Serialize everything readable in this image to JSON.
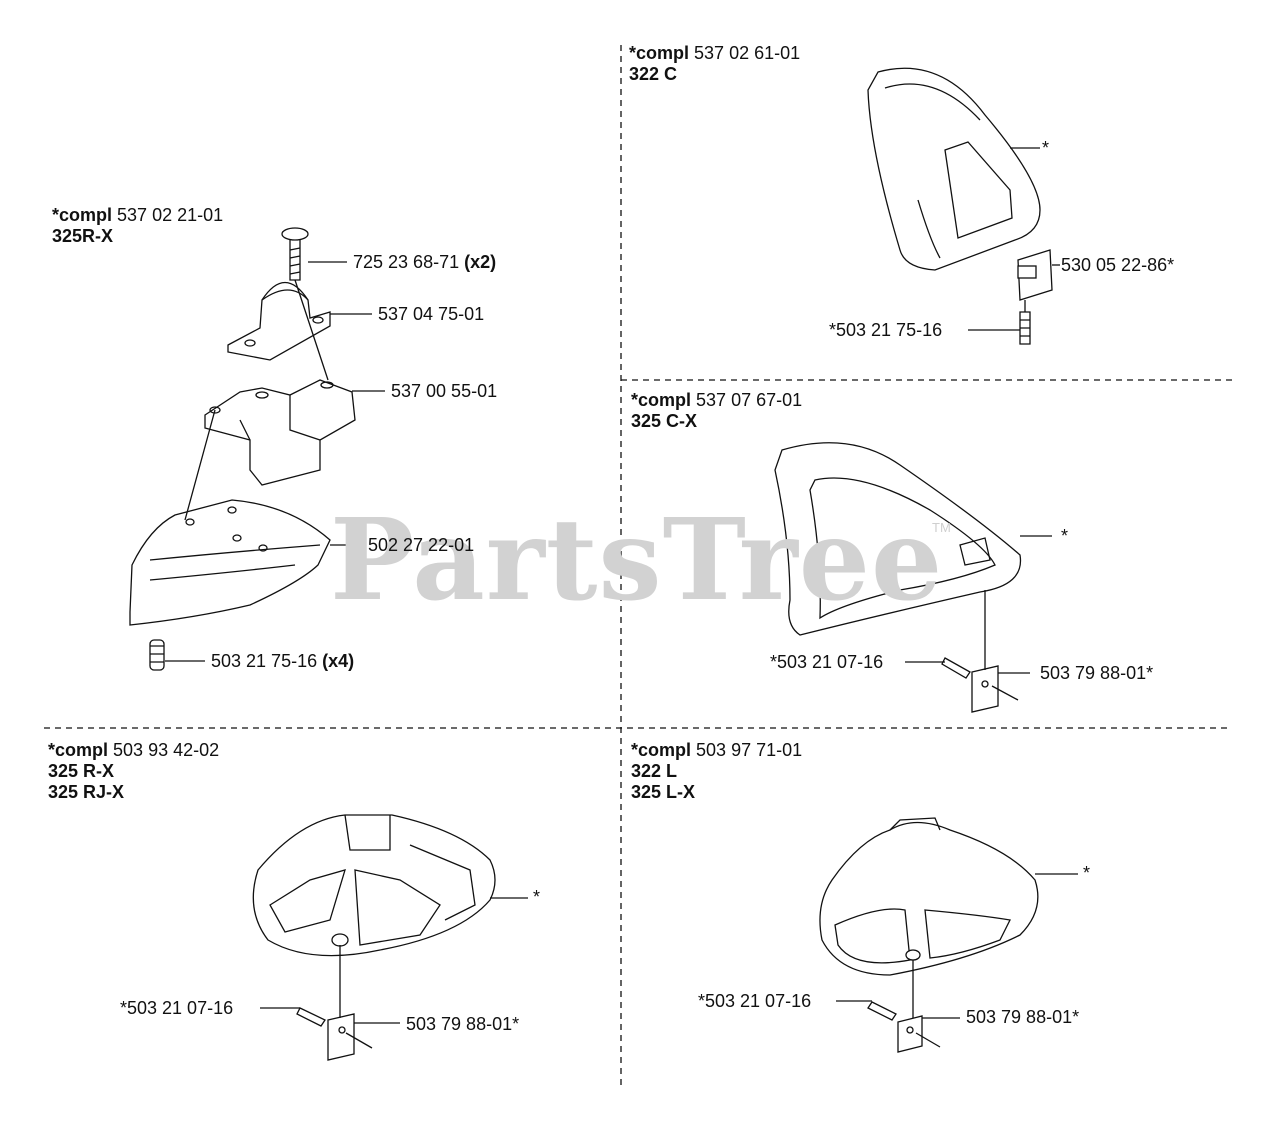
{
  "watermark": {
    "text": "PartsTree",
    "trademark": "TM"
  },
  "panels": [
    {
      "id": "top-left",
      "compl_prefix": "*compl",
      "compl_number": "537 02 21-01",
      "models": [
        "325R-X"
      ],
      "parts": [
        {
          "number": "725 23 68-71",
          "qty": "(x2)"
        },
        {
          "number": "537 04 75-01",
          "qty": ""
        },
        {
          "number": "537 00 55-01",
          "qty": ""
        },
        {
          "number": "502 27 22-01",
          "qty": ""
        },
        {
          "number": "503 21 75-16",
          "qty": "(x4)"
        }
      ]
    },
    {
      "id": "top-right",
      "compl_prefix": "*compl",
      "compl_number": "537 02 61-01",
      "models": [
        "322 C"
      ],
      "parts": [
        {
          "number": "*",
          "qty": ""
        },
        {
          "number": "530 05 22-86*",
          "qty": ""
        },
        {
          "number": "*503 21 75-16",
          "qty": ""
        }
      ]
    },
    {
      "id": "middle-right",
      "compl_prefix": "*compl",
      "compl_number": "537 07 67-01",
      "models": [
        "325 C-X"
      ],
      "parts": [
        {
          "number": "*",
          "qty": ""
        },
        {
          "number": "*503 21 07-16",
          "qty": ""
        },
        {
          "number": "503 79 88-01*",
          "qty": ""
        }
      ]
    },
    {
      "id": "bottom-left",
      "compl_prefix": "*compl",
      "compl_number": "503 93 42-02",
      "models": [
        "325 R-X",
        "325 RJ-X"
      ],
      "parts": [
        {
          "number": "*",
          "qty": ""
        },
        {
          "number": "*503 21 07-16",
          "qty": ""
        },
        {
          "number": "503 79 88-01*",
          "qty": ""
        }
      ]
    },
    {
      "id": "bottom-right",
      "compl_prefix": "*compl",
      "compl_number": "503 97 71-01",
      "models": [
        "322 L",
        "325 L-X"
      ],
      "parts": [
        {
          "number": "*",
          "qty": ""
        },
        {
          "number": "*503 21 07-16",
          "qty": ""
        },
        {
          "number": "503 79 88-01*",
          "qty": ""
        }
      ]
    }
  ]
}
